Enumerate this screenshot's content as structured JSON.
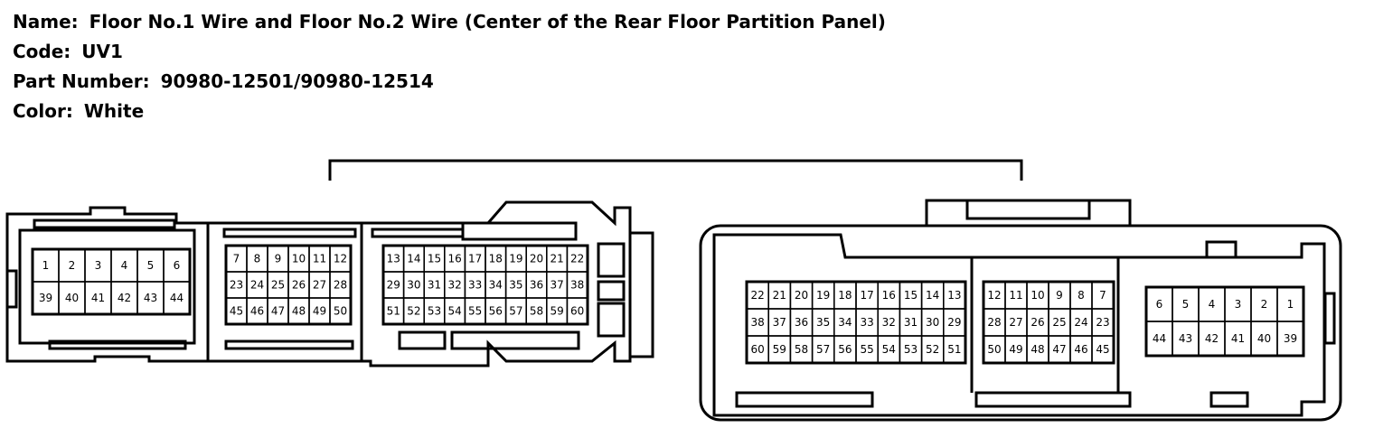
{
  "header": {
    "name_label": "Name:",
    "name_value": "Floor No.1 Wire and Floor No.2 Wire (Center of the Rear Floor Partition Panel)",
    "code_label": "Code:",
    "code_value": "UV1",
    "part_label": "Part Number:",
    "part_value": "90980-12501/90980-12514",
    "color_label": "Color:",
    "color_value": "White"
  },
  "connectors": {
    "left": {
      "blocks": [
        [
          [
            "1",
            "2",
            "3",
            "4",
            "5",
            "6"
          ],
          [
            "39",
            "40",
            "41",
            "42",
            "43",
            "44"
          ]
        ],
        [
          [
            "7",
            "8",
            "9",
            "10",
            "11",
            "12"
          ],
          [
            "23",
            "24",
            "25",
            "26",
            "27",
            "28"
          ],
          [
            "45",
            "46",
            "47",
            "48",
            "49",
            "50"
          ]
        ],
        [
          [
            "13",
            "14",
            "15",
            "16",
            "17",
            "18",
            "19",
            "20",
            "21",
            "22"
          ],
          [
            "29",
            "30",
            "31",
            "32",
            "33",
            "34",
            "35",
            "36",
            "37",
            "38"
          ],
          [
            "51",
            "52",
            "53",
            "54",
            "55",
            "56",
            "57",
            "58",
            "59",
            "60"
          ]
        ]
      ]
    },
    "right": {
      "blocks": [
        [
          [
            "22",
            "21",
            "20",
            "19",
            "18",
            "17",
            "16",
            "15",
            "14",
            "13"
          ],
          [
            "38",
            "37",
            "36",
            "35",
            "34",
            "33",
            "32",
            "31",
            "30",
            "29"
          ],
          [
            "60",
            "59",
            "58",
            "57",
            "56",
            "55",
            "54",
            "53",
            "52",
            "51"
          ]
        ],
        [
          [
            "12",
            "11",
            "10",
            "9",
            "8",
            "7"
          ],
          [
            "28",
            "27",
            "26",
            "25",
            "24",
            "23"
          ],
          [
            "50",
            "49",
            "48",
            "47",
            "46",
            "45"
          ]
        ],
        [
          [
            "6",
            "5",
            "4",
            "3",
            "2",
            "1"
          ],
          [
            "44",
            "43",
            "42",
            "41",
            "40",
            "39"
          ]
        ]
      ]
    }
  }
}
